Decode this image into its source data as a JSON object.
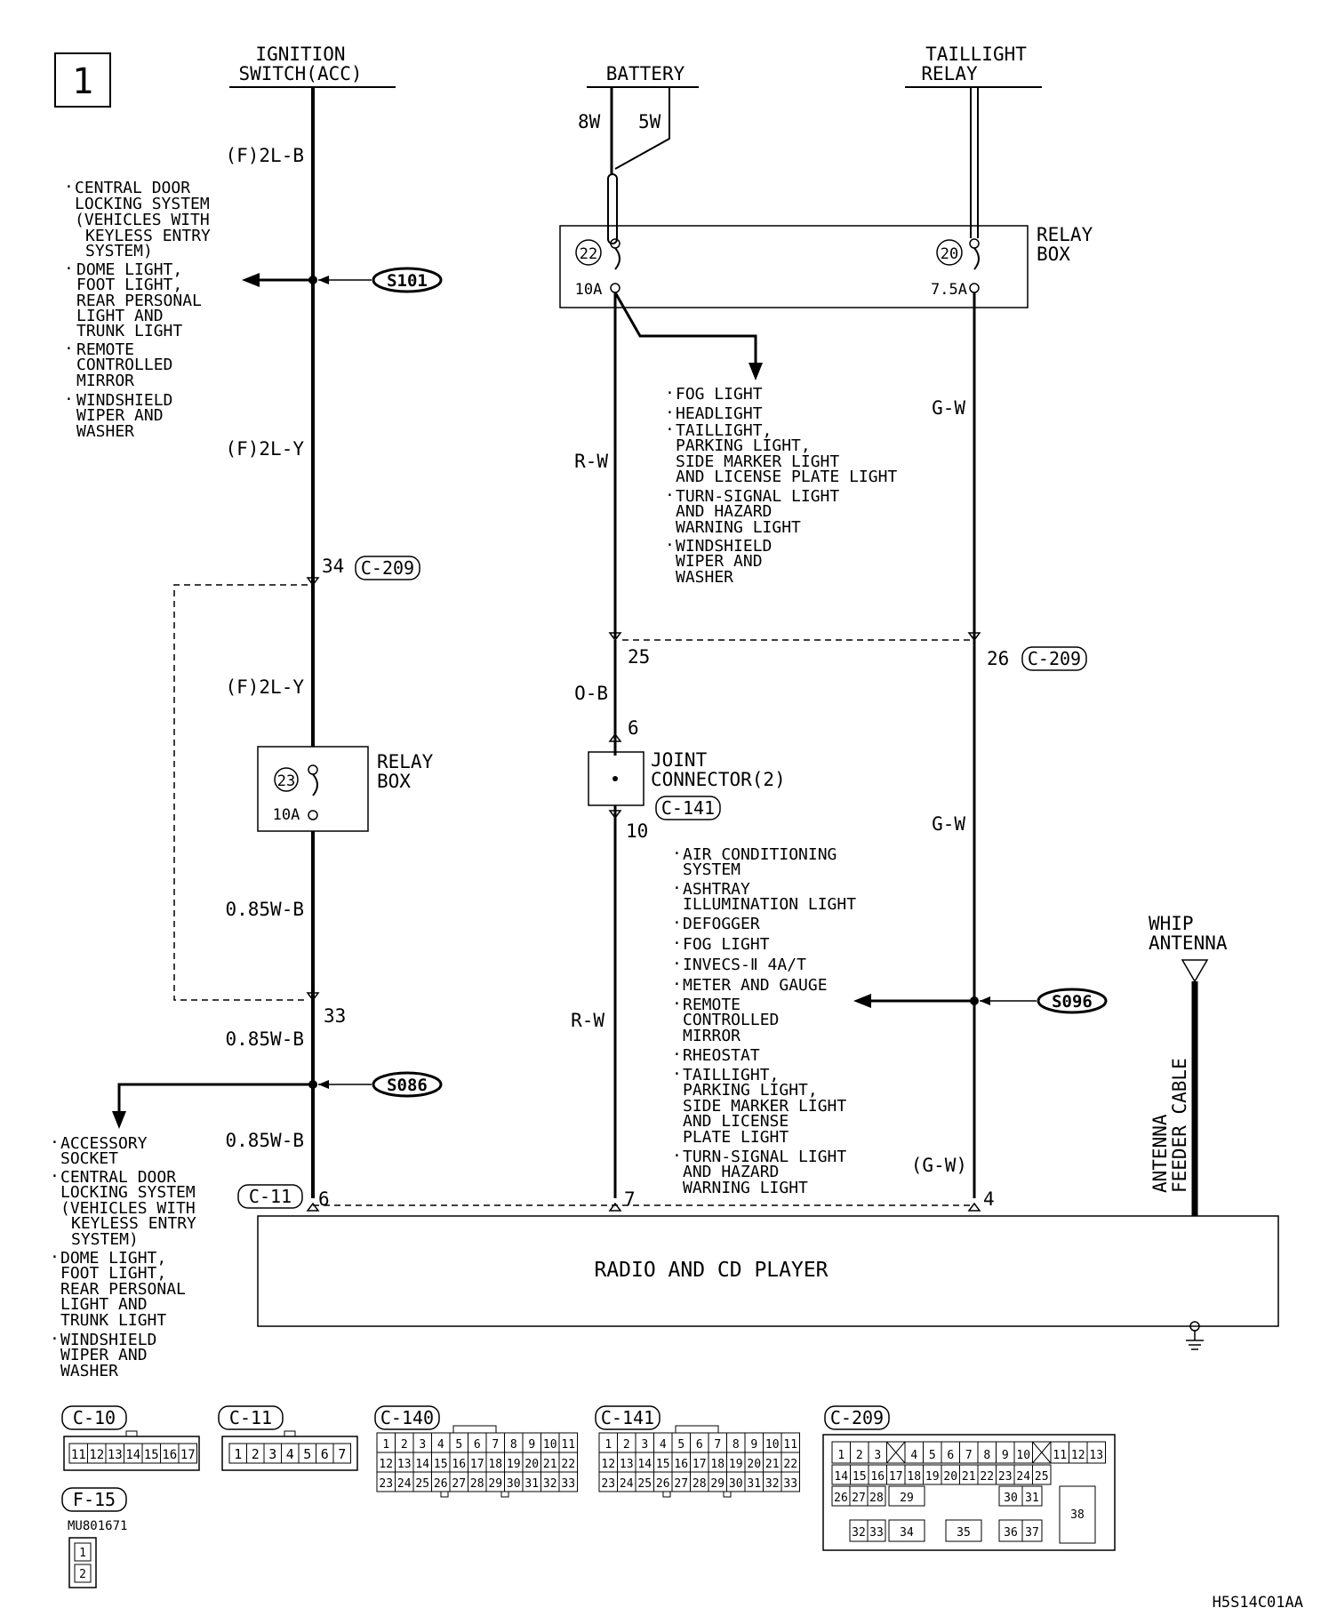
{
  "page_number": "1",
  "sources": {
    "ignition": [
      "IGNITION",
      "SWITCH(ACC)"
    ],
    "battery": "BATTERY",
    "taillight": [
      "TAILLIGHT",
      "RELAY"
    ]
  },
  "wires": {
    "w_8w": "8W",
    "w_5w": "5W",
    "f2lb": "(F)2L-B",
    "f2ly_1": "(F)2L-Y",
    "f2ly_2": "(F)2L-Y",
    "w085_1": "0.85W-B",
    "w085_2": "0.85W-B",
    "w085_3": "0.85W-B",
    "rw_1": "R-W",
    "rw_2": "R-W",
    "ob": "O-B",
    "gw_1": "G-W",
    "gw_2": "G-W",
    "gw_3": "(G-W)"
  },
  "relay_box_top": {
    "label": [
      "RELAY",
      "BOX"
    ],
    "fuse_left_no": "22",
    "fuse_left_amp": "10A",
    "fuse_right_no": "20",
    "fuse_right_amp": "7.5A"
  },
  "relay_box_left": {
    "label": [
      "RELAY",
      "BOX"
    ],
    "fuse_no": "23",
    "fuse_amp": "10A"
  },
  "splices": {
    "s101": "S101",
    "s086": "S086",
    "s096": "S096"
  },
  "notes": {
    "top_left": [
      [
        "CENTRAL DOOR",
        "LOCKING SYSTEM",
        "(VEHICLES WITH",
        "KEYLESS ENTRY",
        "SYSTEM)"
      ],
      [
        "DOME LIGHT,",
        "FOOT LIGHT,",
        "REAR PERSONAL",
        "LIGHT AND",
        "TRUNK LIGHT"
      ],
      [
        "REMOTE",
        "CONTROLLED",
        "MIRROR"
      ],
      [
        "WINDSHIELD",
        "WIPER AND",
        "WASHER"
      ]
    ],
    "center": [
      [
        "FOG LIGHT"
      ],
      [
        "HEADLIGHT"
      ],
      [
        "TAILLIGHT,",
        "PARKING LIGHT,",
        "SIDE MARKER LIGHT",
        "AND LICENSE PLATE LIGHT"
      ],
      [
        "TURN-SIGNAL LIGHT",
        "AND HAZARD",
        "WARNING LIGHT"
      ],
      [
        "WINDSHIELD",
        "WIPER AND",
        "WASHER"
      ]
    ],
    "lower_right": [
      [
        "AIR CONDITIONING",
        "SYSTEM"
      ],
      [
        "ASHTRAY",
        "ILLUMINATION LIGHT"
      ],
      [
        "DEFOGGER"
      ],
      [
        "FOG LIGHT"
      ],
      [
        "INVECS-Ⅱ 4A/T"
      ],
      [
        "METER AND GAUGE"
      ],
      [
        "REMOTE",
        "CONTROLLED",
        "MIRROR"
      ],
      [
        "RHEOSTAT"
      ],
      [
        "TAILLIGHT,",
        "PARKING LIGHT,",
        "SIDE MARKER LIGHT",
        "AND LICENSE",
        "PLATE LIGHT"
      ],
      [
        "TURN-SIGNAL LIGHT",
        "AND HAZARD",
        "WARNING LIGHT"
      ]
    ],
    "bottom_left": [
      [
        "ACCESSORY",
        "SOCKET"
      ],
      [
        "CENTRAL DOOR",
        "LOCKING SYSTEM",
        "(VEHICLES WITH",
        "KEYLESS ENTRY",
        "SYSTEM)"
      ],
      [
        "DOME LIGHT,",
        "FOOT LIGHT,",
        "REAR PERSONAL",
        "LIGHT AND",
        "TRUNK LIGHT"
      ],
      [
        "WINDSHIELD",
        "WIPER AND",
        "WASHER"
      ]
    ]
  },
  "pins": {
    "p34": "34",
    "p33": "33",
    "p25": "25",
    "p26": "26",
    "p6a": "6",
    "p10": "10",
    "p6b": "6",
    "p7": "7",
    "p4": "4"
  },
  "connectors": {
    "c209_a": "C-209",
    "c209_b": "C-209",
    "c141": "C-141",
    "c11": "C-11"
  },
  "joint_connector": [
    "JOINT",
    "CONNECTOR(2)"
  ],
  "whip_antenna": [
    "WHIP",
    "ANTENNA"
  ],
  "antenna_cable": [
    "ANTENNA",
    "FEEDER CABLE"
  ],
  "radio": "RADIO AND CD PLAYER",
  "legend": {
    "c10": {
      "label": "C-10",
      "pins": [
        "11",
        "12",
        "13",
        "14",
        "15",
        "16",
        "17"
      ]
    },
    "c11": {
      "label": "C-11",
      "pins": [
        "1",
        "2",
        "3",
        "4",
        "5",
        "6",
        "7"
      ]
    },
    "c140": {
      "label": "C-140",
      "rows": [
        [
          "1",
          "2",
          "3",
          "4",
          "5",
          "6",
          "7",
          "8",
          "9",
          "10",
          "11"
        ],
        [
          "12",
          "13",
          "14",
          "15",
          "16",
          "17",
          "18",
          "19",
          "20",
          "21",
          "22"
        ],
        [
          "23",
          "24",
          "25",
          "26",
          "27",
          "28",
          "29",
          "30",
          "31",
          "32",
          "33"
        ]
      ]
    },
    "c141": {
      "label": "C-141",
      "rows": [
        [
          "1",
          "2",
          "3",
          "4",
          "5",
          "6",
          "7",
          "8",
          "9",
          "10",
          "11"
        ],
        [
          "12",
          "13",
          "14",
          "15",
          "16",
          "17",
          "18",
          "19",
          "20",
          "21",
          "22"
        ],
        [
          "23",
          "24",
          "25",
          "26",
          "27",
          "28",
          "29",
          "30",
          "31",
          "32",
          "33"
        ]
      ]
    },
    "c209": {
      "label": "C-209",
      "row1": [
        "1",
        "2",
        "3",
        "4",
        "5",
        "6",
        "7",
        "8",
        "9",
        "10",
        "11",
        "12",
        "13"
      ],
      "row2": [
        "14",
        "15",
        "16",
        "17",
        "18",
        "19",
        "20",
        "21",
        "22",
        "23",
        "24",
        "25"
      ],
      "row3": [
        "26",
        "27",
        "28",
        "29",
        "30",
        "31",
        "38"
      ],
      "row4": [
        "32",
        "33",
        "34",
        "35",
        "36",
        "37"
      ]
    },
    "f15": {
      "label": "F-15",
      "part_no": "MU801671",
      "pins": [
        "1",
        "2"
      ]
    }
  },
  "figure_code": "H5S14C01AA"
}
